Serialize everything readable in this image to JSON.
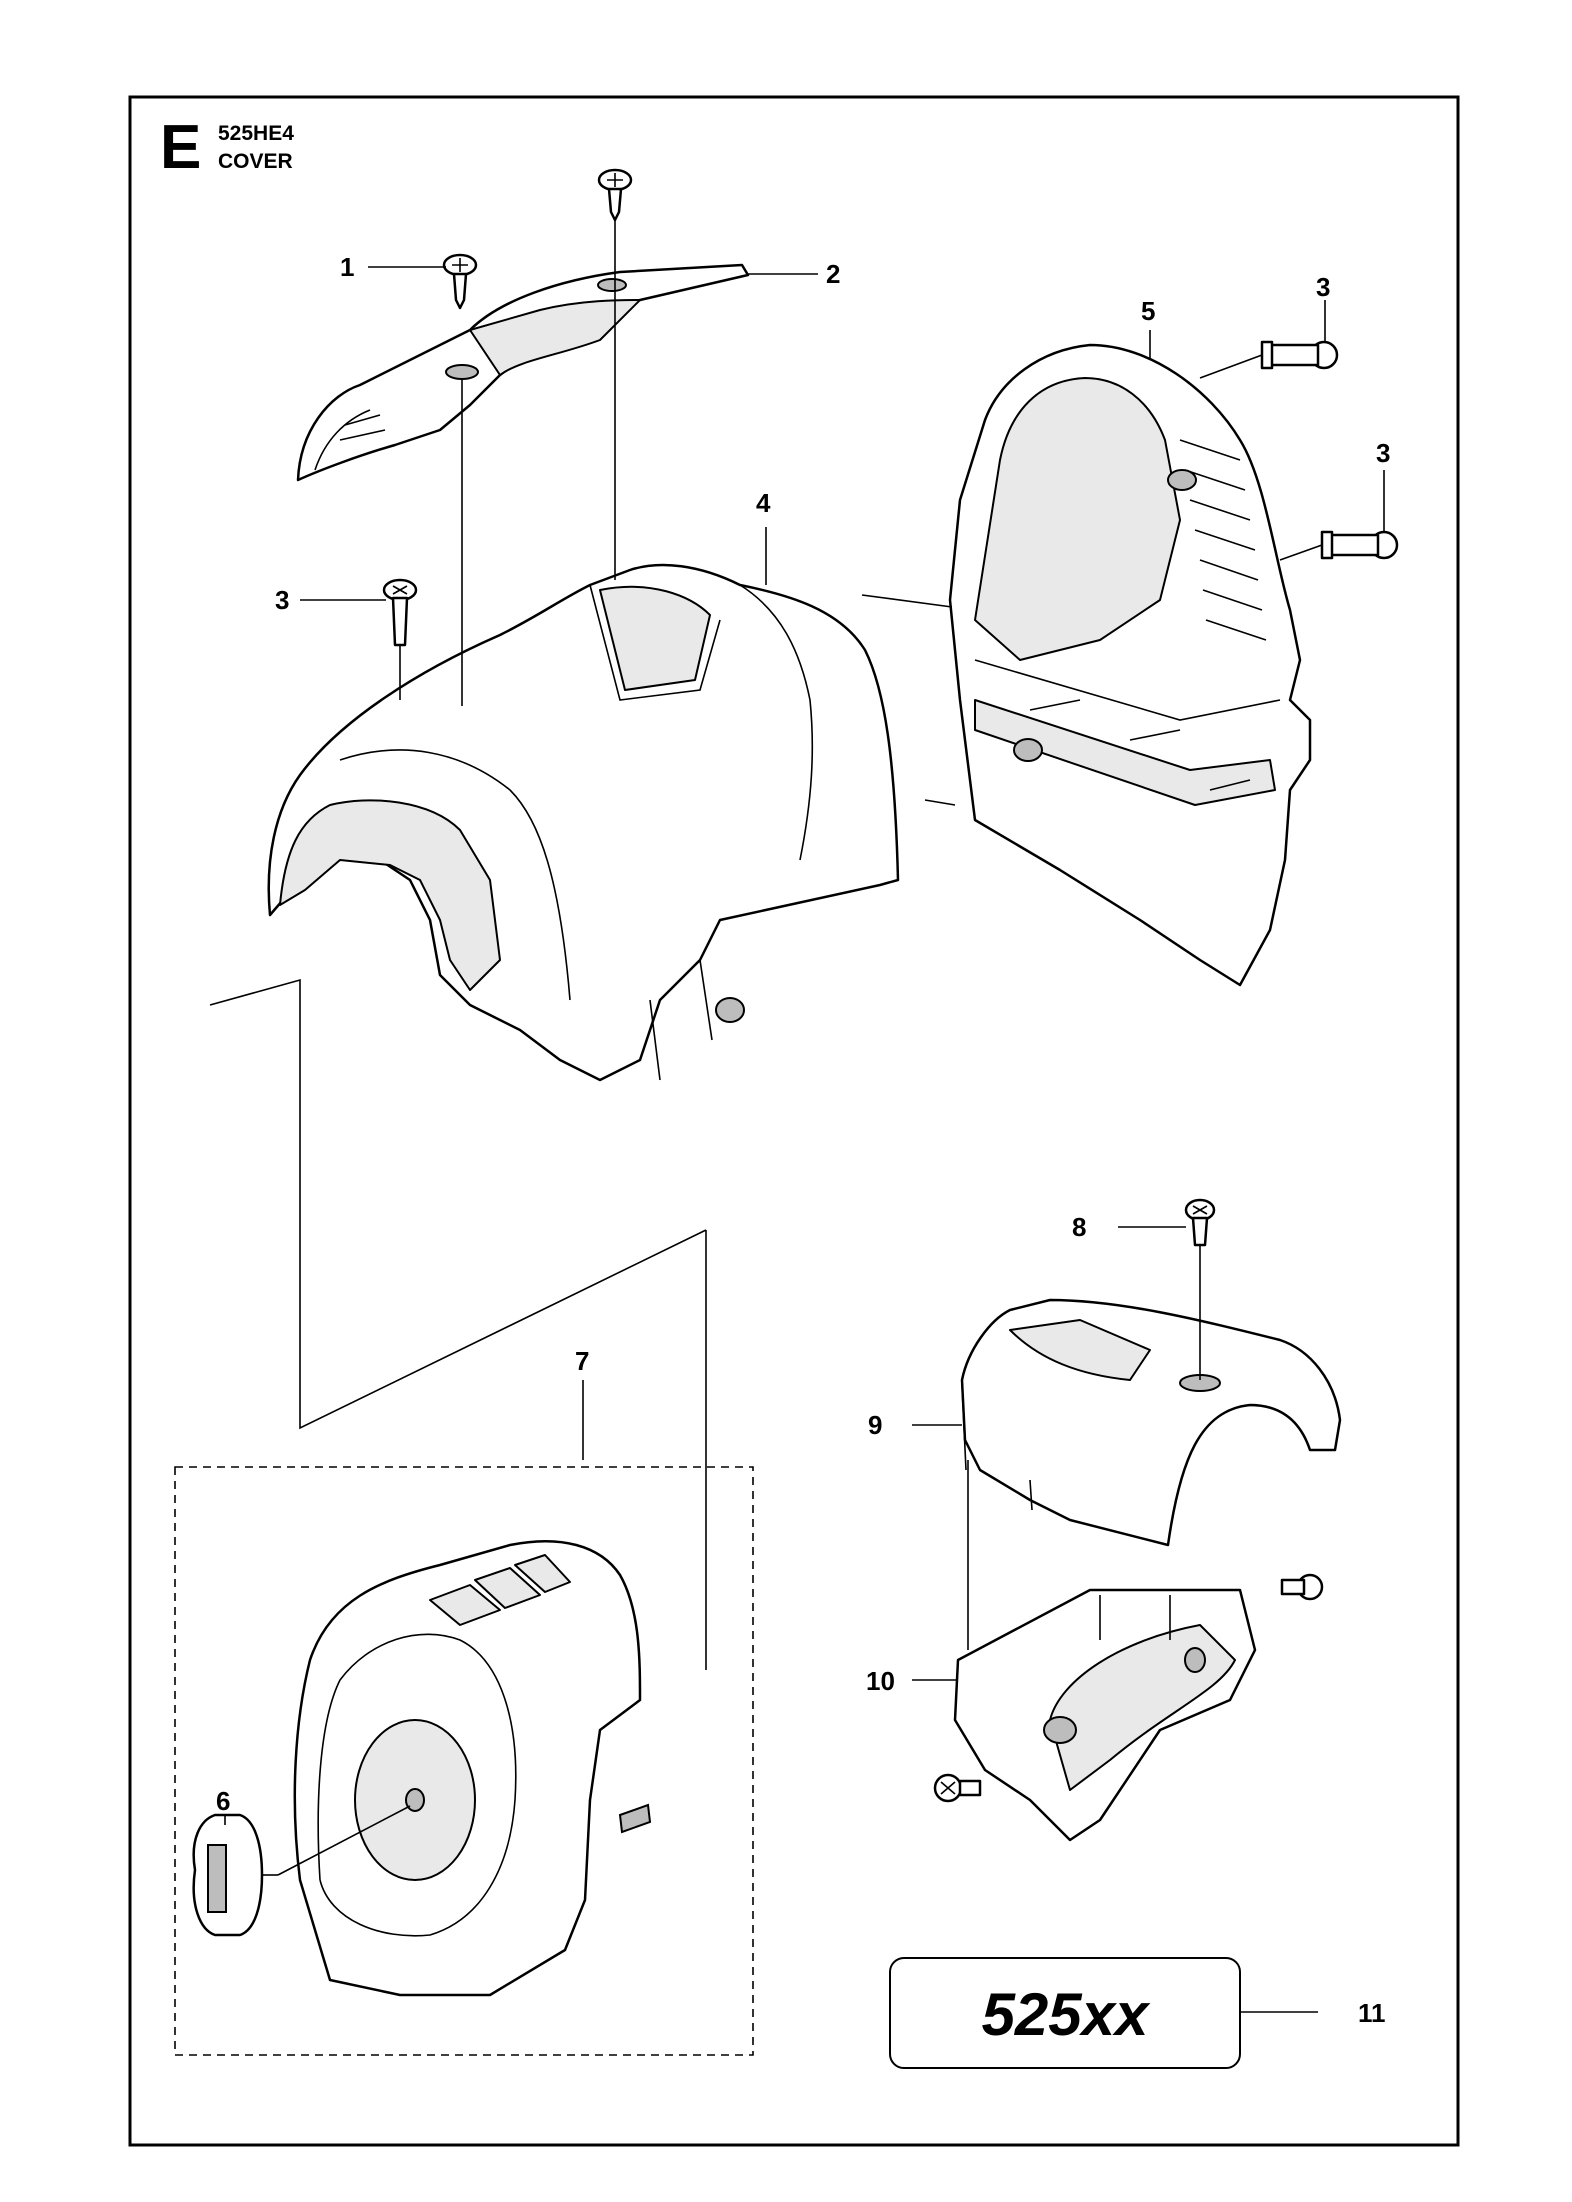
{
  "header": {
    "section_letter": "E",
    "model": "525HE4",
    "title": "COVER"
  },
  "callouts": {
    "p1": "1",
    "p2": "2",
    "p3a": "3",
    "p3b": "3",
    "p3c": "3",
    "p4": "4",
    "p5": "5",
    "p6": "6",
    "p7": "7",
    "p8": "8",
    "p9": "9",
    "p10": "10",
    "p11": "11"
  },
  "decal": {
    "text": "525xx"
  },
  "colors": {
    "line": "#000000",
    "background": "#ffffff",
    "shading": "#e9e9e9"
  }
}
